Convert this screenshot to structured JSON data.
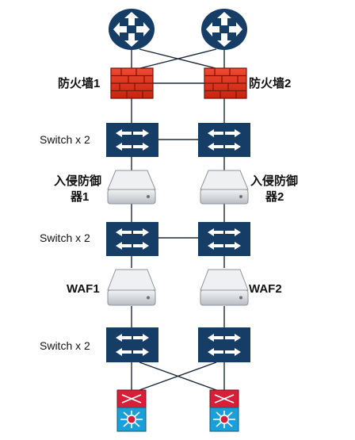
{
  "diagram": {
    "labels": {
      "fw1": "防火墙1",
      "fw2": "防火墙2",
      "switch_row1": "Switch x 2",
      "switch_row2": "Switch x 2",
      "switch_row3": "Switch x 2",
      "ips1_line1": "入侵防御",
      "ips1_line2": "器1",
      "ips2_line1": "入侵防御",
      "ips2_line2": "器2",
      "waf1": "WAF1",
      "waf2": "WAF2"
    },
    "icons": {
      "router": "router-icon",
      "firewall": "firewall-brick-icon",
      "switch": "workgroup-switch-icon",
      "appliance": "appliance-box-icon",
      "l3switch": "layer3-switch-icon"
    },
    "colors": {
      "navy": "#163d66",
      "firewall_red": "#e8321e",
      "l3_red": "#d81f3a",
      "l3_blue": "#1aa0d8",
      "appliance_grey": "#c8ccd2",
      "line": "#1a2a3a"
    }
  }
}
